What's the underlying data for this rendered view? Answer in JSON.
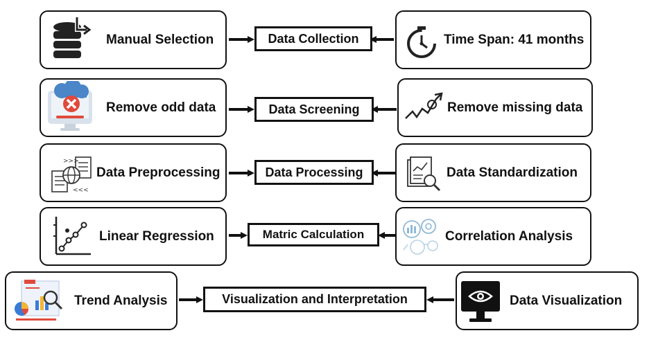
{
  "rows": [
    {
      "left": "Manual Selection",
      "center": "Data Collection",
      "right": "Time Span: 41 months"
    },
    {
      "left": "Remove odd data",
      "center": "Data Screening",
      "right": "Remove missing data"
    },
    {
      "left": "Data Preprocessing",
      "center": "Data Processing",
      "right": "Data Standardization"
    },
    {
      "left": "Linear Regression",
      "center": "Matric Calculation",
      "right": "Correlation Analysis"
    },
    {
      "left": "Trend Analysis",
      "center": "Visualization and Interpretation",
      "right": "Data Visualization"
    }
  ],
  "icons": [
    "database-import-icon",
    "stopwatch-icon",
    "cloud-error-monitor-icon",
    "growth-chart-icon",
    "document-globe-icon",
    "report-magnifier-icon",
    "scatter-plot-icon",
    "analytics-bubbles-icon",
    "report-pie-chart-icon",
    "monitor-eye-icon"
  ]
}
